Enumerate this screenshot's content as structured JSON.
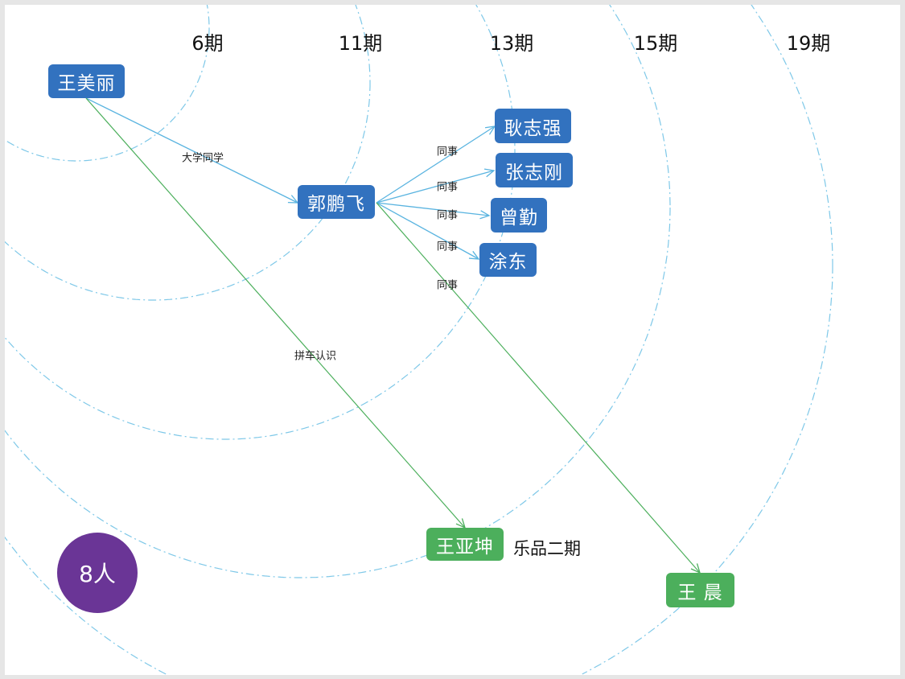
{
  "colors": {
    "primary": "#3272bf",
    "secondary": "#4caf5c",
    "ring": "#7ec8e8",
    "count": "#6a3596"
  },
  "periods": [
    "6期",
    "11期",
    "13期",
    "15期",
    "19期"
  ],
  "nodes": {
    "wang_meili": "王美丽",
    "guo_pengfei": "郭鹏飞",
    "geng_zhiqiang": "耿志强",
    "zhang_zhigang": "张志刚",
    "zeng_qin": "曾勤",
    "tu_dong": "涂东",
    "wang_yakun": "王亚坤",
    "wang_chen": "王 晨"
  },
  "edges": {
    "classmate": "大学同学",
    "colleague": "同事",
    "carpool": "拼车认识"
  },
  "note": "乐品二期",
  "count": "8人"
}
